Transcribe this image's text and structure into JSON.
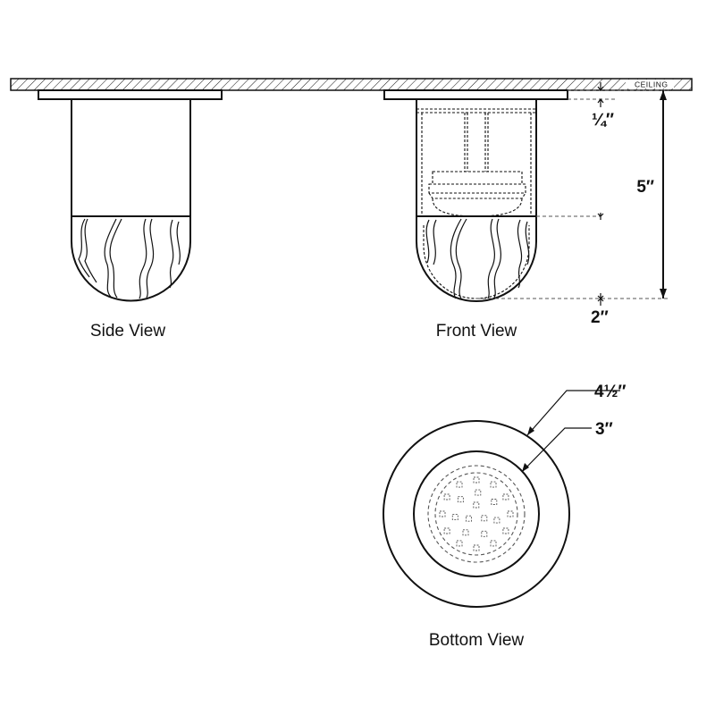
{
  "ceiling_label": "CEILING",
  "views": {
    "side": "Side View",
    "front": "Front View",
    "bottom": "Bottom View"
  },
  "dimensions": {
    "canopy_gap": "¼″",
    "overall_height": "5″",
    "dome_height": "2″",
    "outer_diameter": "4½″",
    "inner_diameter": "3″"
  },
  "colors": {
    "line": "#111111",
    "hidden_line": "#555555"
  }
}
